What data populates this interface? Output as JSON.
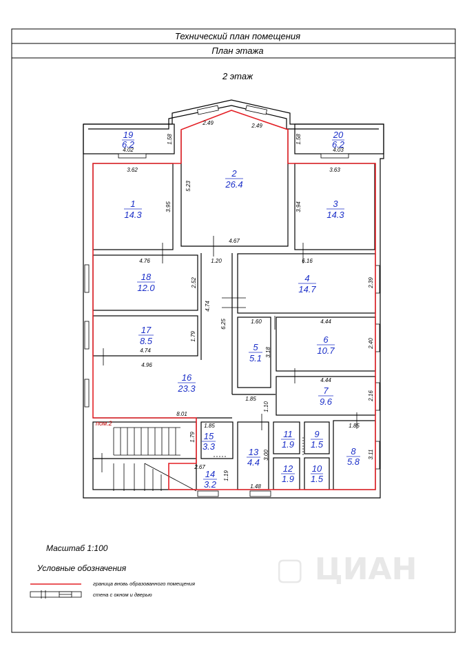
{
  "header": {
    "title": "Технический план помещения",
    "subtitle": "План этажа"
  },
  "floor_label": "2 этаж",
  "rooms": [
    {
      "id": "1",
      "num": "1",
      "area": "14.3"
    },
    {
      "id": "2",
      "num": "2",
      "area": "26.4"
    },
    {
      "id": "3",
      "num": "3",
      "area": "14.3"
    },
    {
      "id": "4",
      "num": "4",
      "area": "14.7"
    },
    {
      "id": "5",
      "num": "5",
      "area": "5.1"
    },
    {
      "id": "6",
      "num": "6",
      "area": "10.7"
    },
    {
      "id": "7",
      "num": "7",
      "area": "9.6"
    },
    {
      "id": "8",
      "num": "8",
      "area": "5.8"
    },
    {
      "id": "9",
      "num": "9",
      "area": "1.5"
    },
    {
      "id": "10",
      "num": "10",
      "area": "1.5"
    },
    {
      "id": "11",
      "num": "11",
      "area": "1.9"
    },
    {
      "id": "12",
      "num": "12",
      "area": "1.9"
    },
    {
      "id": "13",
      "num": "13",
      "area": "4.4"
    },
    {
      "id": "14",
      "num": "14",
      "area": "3.2"
    },
    {
      "id": "15",
      "num": "15",
      "area": "3.3"
    },
    {
      "id": "16",
      "num": "16",
      "area": "23.3"
    },
    {
      "id": "17",
      "num": "17",
      "area": "8.5"
    },
    {
      "id": "18",
      "num": "18",
      "area": "12.0"
    },
    {
      "id": "19",
      "num": "19",
      "area": "6.2"
    },
    {
      "id": "20",
      "num": "20",
      "area": "6.2"
    }
  ],
  "dimensions": {
    "d_249a": "2.49",
    "d_249b": "2.49",
    "d_158a": "1.58",
    "d_158b": "1.58",
    "d_402": "4.02",
    "d_403": "4.03",
    "d_362": "3.62",
    "d_363": "3.63",
    "d_523": "5.23",
    "d_395": "3.95",
    "d_394": "3.94",
    "d_467": "4.67",
    "d_476": "4.76",
    "d_120": "1.20",
    "d_616": "6.16",
    "d_252": "2.52",
    "d_474v": "4.74",
    "d_239": "2.39",
    "d_625": "6.25",
    "d_160": "1.60",
    "d_444a": "4.44",
    "d_179a": "1.79",
    "d_318": "3.18",
    "d_240": "2.40",
    "d_474h": "4.74",
    "d_496": "4.96",
    "d_444b": "4.44",
    "d_216": "2.16",
    "d_185a": "1.85",
    "d_110": "1.10",
    "d_801": "8.01",
    "d_185b": "1.85",
    "d_185c": "1.85",
    "d_179b": "1.79",
    "d_300": "3.00",
    "d_311": "3.11",
    "d_267": "2.67",
    "d_119": "1.19",
    "d_148": "1.48"
  },
  "pom_label": "пом.2",
  "footer": {
    "scale": "Масштаб 1:100",
    "legend_title": "Условные обозначения",
    "legend_red": "граница вновь образованного помещения",
    "legend_wall": "стена с окном и дверью"
  },
  "colors": {
    "boundary": "#e31e24",
    "room_number": "#1a2ec8",
    "wall": "#000000"
  }
}
